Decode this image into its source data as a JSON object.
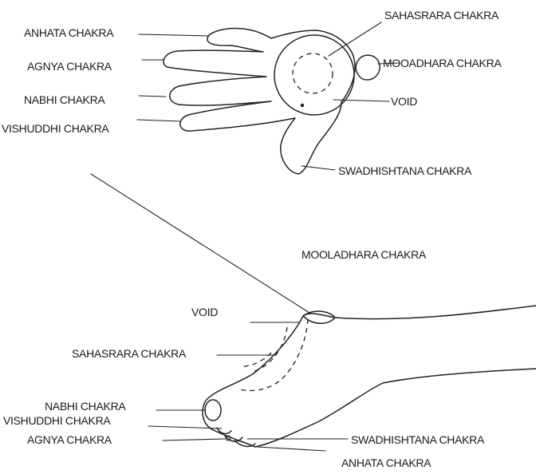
{
  "hand_diagram": {
    "labels": {
      "anhata": "ANHATA CHAKRA",
      "agnya": "AGNYA CHAKRA",
      "nabhi": "NABHI CHAKRA",
      "vishuddhi": "VISHUDDHI CHAKRA",
      "sahasrara": "SAHASRARA CHAKRA",
      "mooadhara": "MOOADHARA CHAKRA",
      "void": "VOID",
      "swadhishtana": "SWADHISHTANA CHAKRA"
    }
  },
  "foot_diagram": {
    "labels": {
      "mooladhara": "MOOLADHARA CHAKRA",
      "void": "VOID",
      "sahasrara": "SAHASRARA CHAKRA",
      "nabhi": "NABHI CHAKRA",
      "vishuddhi": "VISHUDDHI CHAKRA",
      "agnya": "AGNYA CHAKRA",
      "swadhishtana": "SWADHISHTANA CHAKRA",
      "anhata": "ANHATA CHAKRA"
    }
  }
}
